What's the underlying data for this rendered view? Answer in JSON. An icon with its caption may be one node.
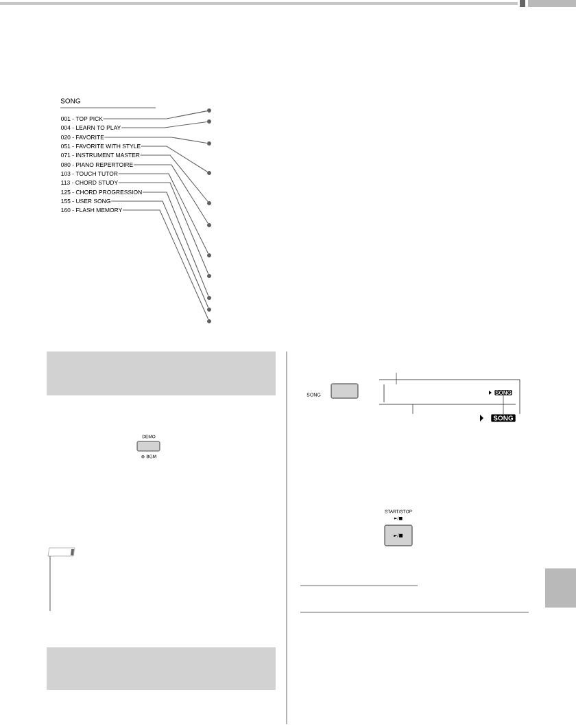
{
  "diagram": {
    "nodes": [
      {
        "text": [
          "001 - TOP PICK"
        ]
      },
      {
        "text": [
          "004 - LEARN TO PLAY"
        ]
      },
      {
        "text": [
          "020 - FAVORITE"
        ]
      },
      {
        "text": [
          "051 - FAVORITE WITH STYLE"
        ]
      },
      {
        "text": [
          "071 - INSTRUMENT MASTER"
        ]
      },
      {
        "text": [
          "080 - PIANO REPERTOIRE"
        ]
      },
      {
        "text": [
          "103 - TOUCH TUTOR"
        ]
      },
      {
        "text": [
          "113 - CHORD STUDY"
        ]
      },
      {
        "text": [
          "125 - CHORD PROGRESSION"
        ]
      },
      {
        "text": [
          "155 - USER SONG"
        ]
      },
      {
        "text": [
          "160 - FLASH MEMORY"
        ]
      },
      {
        "text": [],
        "shape": "circle"
      },
      {
        "text": [],
        "shape": "circle"
      },
      {
        "text": [],
        "shape": "circle"
      },
      {
        "text": [],
        "shape": "circle"
      },
      {
        "text": [],
        "shape": "circle"
      },
      {
        "text": [],
        "shape": "circle"
      },
      {
        "text": [],
        "shape": "circle"
      },
      {
        "text": [],
        "shape": "circle"
      },
      {
        "text": [],
        "shape": "circle"
      },
      {
        "text": [],
        "shape": "circle"
      },
      {
        "text": [],
        "shape": "circle"
      },
      {
        "text": [
          "SONG"
        ]
      },
      {
        "text": [
          "SONG"
        ]
      },
      {
        "text": [],
        "shape": "box"
      },
      {
        "text": [],
        "shape": "box"
      }
    ],
    "edges": [
      {
        "from": 0,
        "to": 11,
        "arrow": "none"
      },
      {
        "from": 1,
        "to": 12,
        "arrow": "none"
      },
      {
        "from": 2,
        "to": 13,
        "arrow": "none"
      },
      {
        "from": 3,
        "to": 14,
        "arrow": "none"
      },
      {
        "from": 4,
        "to": 15,
        "arrow": "none"
      },
      {
        "from": 5,
        "to": 16,
        "arrow": "none"
      },
      {
        "from": 6,
        "to": 17,
        "arrow": "none"
      },
      {
        "from": 7,
        "to": 18,
        "arrow": "none"
      },
      {
        "from": 8,
        "to": 19,
        "arrow": "none"
      },
      {
        "from": 9,
        "to": 20,
        "arrow": "none"
      },
      {
        "from": 10,
        "to": 21,
        "arrow": "none"
      },
      {
        "from": 23,
        "to": 22,
        "arrow": "none",
        "color": "#000000"
      }
    ],
    "labels": [
      "SONG",
      "DEMO",
      "⊕ BGM",
      "SONG",
      "START/STOP",
      "►/■",
      "►/■"
    ]
  }
}
